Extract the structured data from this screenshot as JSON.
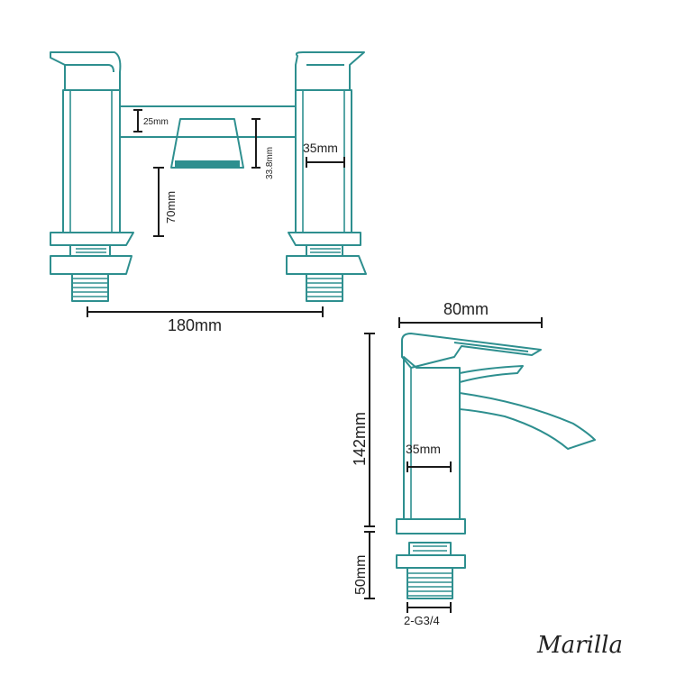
{
  "colors": {
    "outline": "#2e8f8f",
    "dimension": "#1a1a1a",
    "background": "#ffffff"
  },
  "dimensions": {
    "handle_drop": "25mm",
    "spout_height": "33.8mm",
    "bridge_body_width": "35mm",
    "bridge_height_below_spout": "70mm",
    "tap_centers": "180mm",
    "basin_projection": "80mm",
    "basin_height": "142mm",
    "basin_body_width": "35mm",
    "basin_tail_length": "50mm",
    "thread_size": "2-G3/4"
  },
  "brand": "Marilla"
}
